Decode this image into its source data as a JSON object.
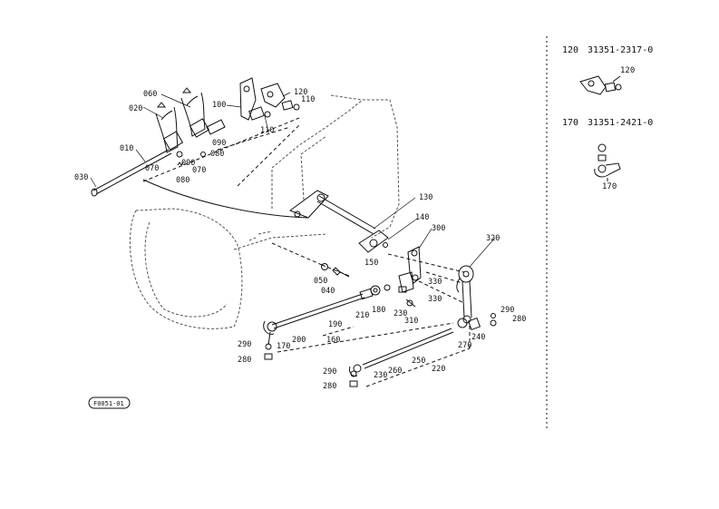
{
  "callouts": [
    {
      "id": "c060a",
      "text": "060"
    },
    {
      "id": "c020",
      "text": "020"
    },
    {
      "id": "c010",
      "text": "010"
    },
    {
      "id": "c030",
      "text": "030"
    },
    {
      "id": "c070a",
      "text": "070"
    },
    {
      "id": "c090a",
      "text": "090"
    },
    {
      "id": "c090b",
      "text": "090"
    },
    {
      "id": "c080a",
      "text": "080"
    },
    {
      "id": "c070b",
      "text": "070"
    },
    {
      "id": "c080b",
      "text": "080"
    },
    {
      "id": "c100",
      "text": "100"
    },
    {
      "id": "c110a",
      "text": "110"
    },
    {
      "id": "c120",
      "text": "120"
    },
    {
      "id": "c110b",
      "text": "110"
    },
    {
      "id": "c130",
      "text": "130"
    },
    {
      "id": "c140",
      "text": "140"
    },
    {
      "id": "c300",
      "text": "300"
    },
    {
      "id": "c320",
      "text": "320"
    },
    {
      "id": "c150",
      "text": "150"
    },
    {
      "id": "c050",
      "text": "050"
    },
    {
      "id": "c040",
      "text": "040"
    },
    {
      "id": "c330a",
      "text": "330"
    },
    {
      "id": "c330b",
      "text": "330"
    },
    {
      "id": "c180",
      "text": "180"
    },
    {
      "id": "c210",
      "text": "210"
    },
    {
      "id": "c230a",
      "text": "230"
    },
    {
      "id": "c310",
      "text": "310"
    },
    {
      "id": "c190",
      "text": "190"
    },
    {
      "id": "c200",
      "text": "200"
    },
    {
      "id": "c160",
      "text": "160"
    },
    {
      "id": "c170",
      "text": "170"
    },
    {
      "id": "c290a",
      "text": "290"
    },
    {
      "id": "c280a",
      "text": "280"
    },
    {
      "id": "c290b",
      "text": "290"
    },
    {
      "id": "c280b",
      "text": "280"
    },
    {
      "id": "c270",
      "text": "270"
    },
    {
      "id": "c240",
      "text": "240"
    },
    {
      "id": "c250",
      "text": "250"
    },
    {
      "id": "c220",
      "text": "220"
    },
    {
      "id": "c260",
      "text": "260"
    },
    {
      "id": "c230b",
      "text": "230"
    },
    {
      "id": "c290c",
      "text": "290"
    },
    {
      "id": "c280c",
      "text": "280"
    }
  ],
  "reference_stamp": "F0051-01",
  "parts_index": [
    {
      "ref": "120",
      "part_no": "31351-2317-0",
      "callout": "120"
    },
    {
      "ref": "170",
      "part_no": "31351-2421-0",
      "callout": "170"
    }
  ]
}
